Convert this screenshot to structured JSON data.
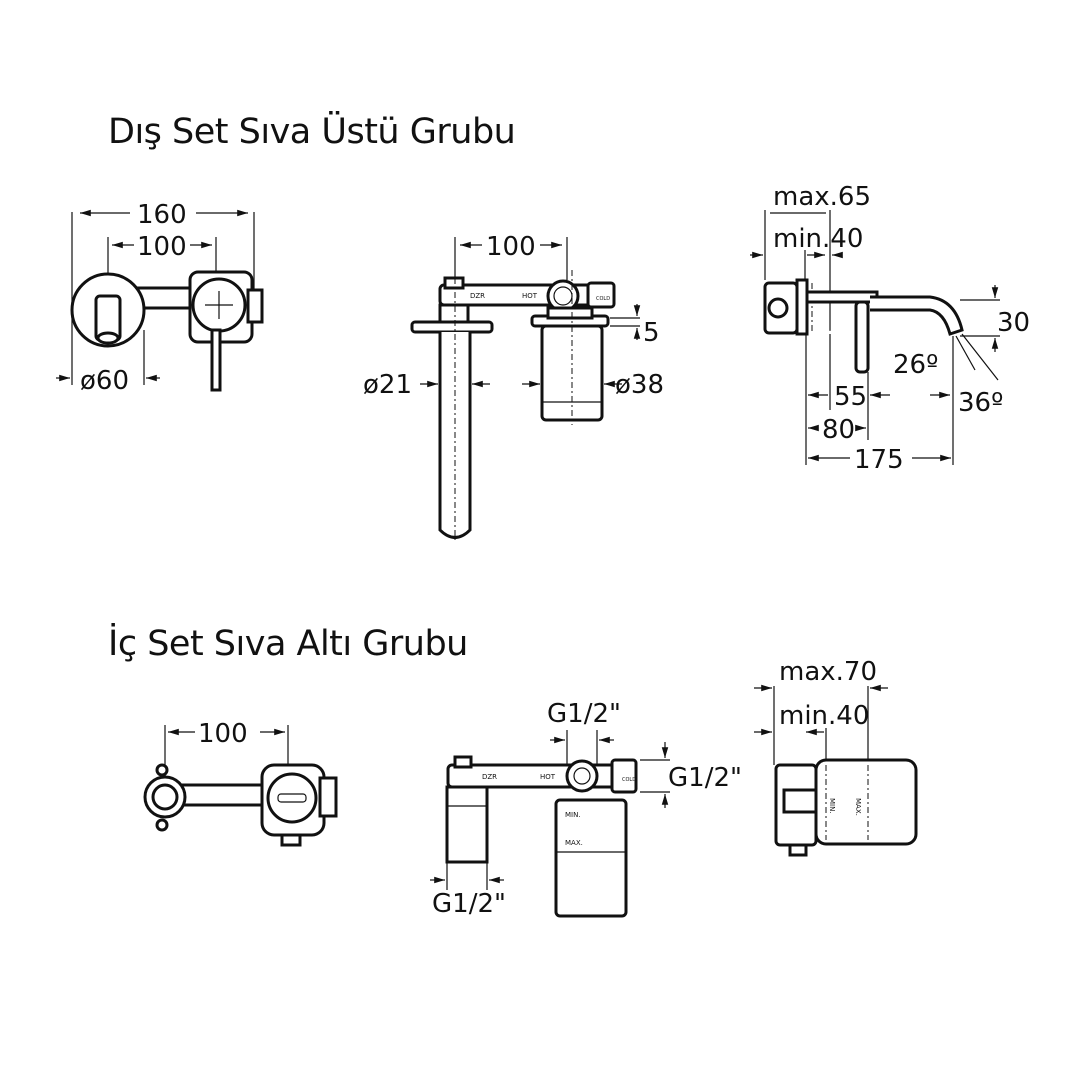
{
  "sections": [
    {
      "title": "Dış Set Sıva Üstü Grubu"
    },
    {
      "title": "İç Set Sıva Altı Grubu"
    }
  ],
  "top": {
    "front": {
      "width_total": "160",
      "width_center": "100",
      "diameter": "ø60"
    },
    "side": {
      "width_center": "100",
      "depth": "5",
      "spout_diameter": "ø21",
      "body_diameter": "ø38",
      "labels": {
        "dzr": "DZR",
        "hot": "HOT",
        "cold": "COLD"
      }
    },
    "profile": {
      "max": "max.65",
      "min": "min.40",
      "height": "30",
      "angle1": "26º",
      "angle2": "36º",
      "d55": "55",
      "d80": "80",
      "d175": "175"
    }
  },
  "bottom": {
    "front": {
      "width_center": "100"
    },
    "side": {
      "thread_top": "G1/2\"",
      "thread_right": "G1/2\"",
      "thread_bottom": "G1/2\"",
      "labels": {
        "dzr": "DZR",
        "hot": "HOT",
        "cold": "COLD",
        "min": "MIN.",
        "max": "MAX."
      }
    },
    "profile": {
      "max": "max.70",
      "min": "min.40",
      "min_label": "MIN.",
      "max_label": "MAX."
    }
  },
  "colors": {
    "line": "#111111",
    "background": "#ffffff"
  }
}
